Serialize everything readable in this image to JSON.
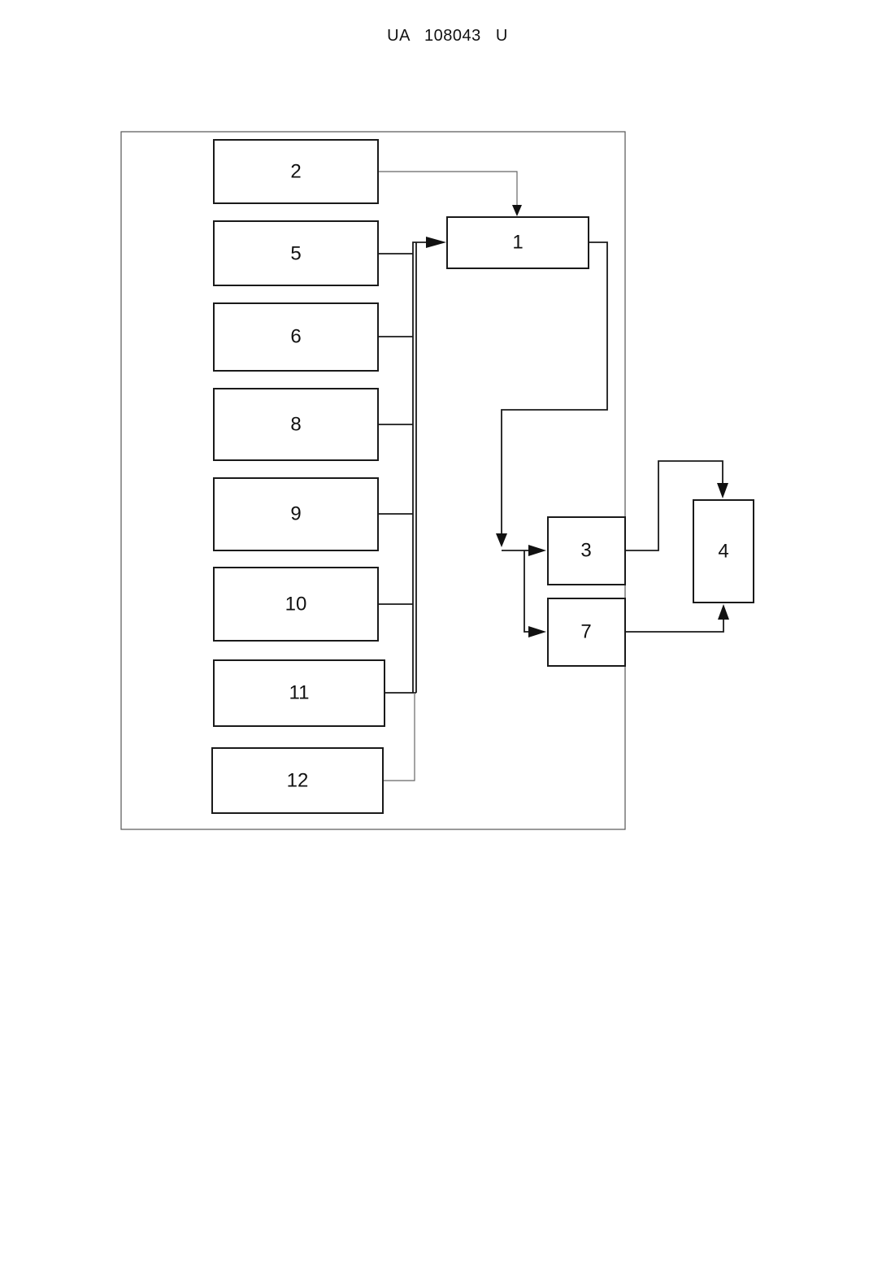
{
  "header": {
    "doc_number": "UA   108043   U"
  },
  "diagram": {
    "blocks": {
      "b1": "1",
      "b2": "2",
      "b3": "3",
      "b4": "4",
      "b5": "5",
      "b6": "6",
      "b7": "7",
      "b8": "8",
      "b9": "9",
      "b10": "10",
      "b11": "11",
      "b12": "12"
    }
  }
}
